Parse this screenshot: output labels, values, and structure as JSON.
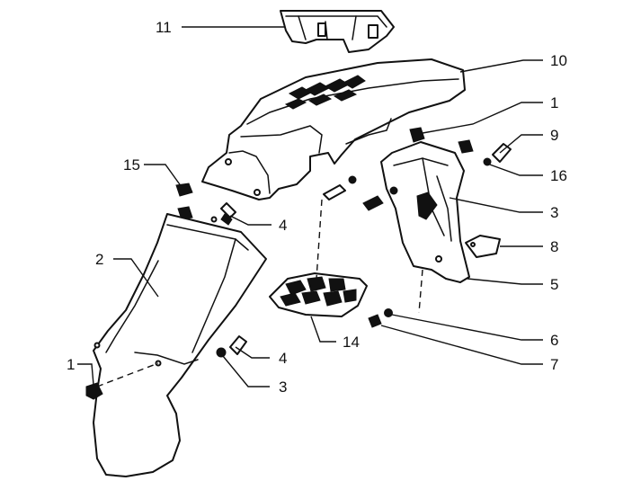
{
  "diagram": {
    "callouts": [
      {
        "id": "c11",
        "label": "11",
        "part": "luggage-rack"
      },
      {
        "id": "c10",
        "label": "10",
        "part": "rear-body-cover"
      },
      {
        "id": "c1a",
        "label": "1",
        "part": "nut-upper"
      },
      {
        "id": "c9",
        "label": "9",
        "part": "screw-right"
      },
      {
        "id": "c16",
        "label": "16",
        "part": "washer-right"
      },
      {
        "id": "c15",
        "label": "15",
        "part": "grommet-left"
      },
      {
        "id": "c4a",
        "label": "4",
        "part": "screw-mid"
      },
      {
        "id": "c3a",
        "label": "3",
        "part": "bracket-screw-right"
      },
      {
        "id": "c2",
        "label": "2",
        "part": "rear-mudguard"
      },
      {
        "id": "c8",
        "label": "8",
        "part": "reflector"
      },
      {
        "id": "c5",
        "label": "5",
        "part": "license-plate-holder"
      },
      {
        "id": "c14",
        "label": "14",
        "part": "grille"
      },
      {
        "id": "c6",
        "label": "6",
        "part": "nut-lower"
      },
      {
        "id": "c7",
        "label": "7",
        "part": "washer-lower"
      },
      {
        "id": "c4b",
        "label": "4",
        "part": "screw-lower"
      },
      {
        "id": "c1b",
        "label": "1",
        "part": "nut-lower-left"
      },
      {
        "id": "c3b",
        "label": "3",
        "part": "washer-lower-left"
      }
    ]
  }
}
